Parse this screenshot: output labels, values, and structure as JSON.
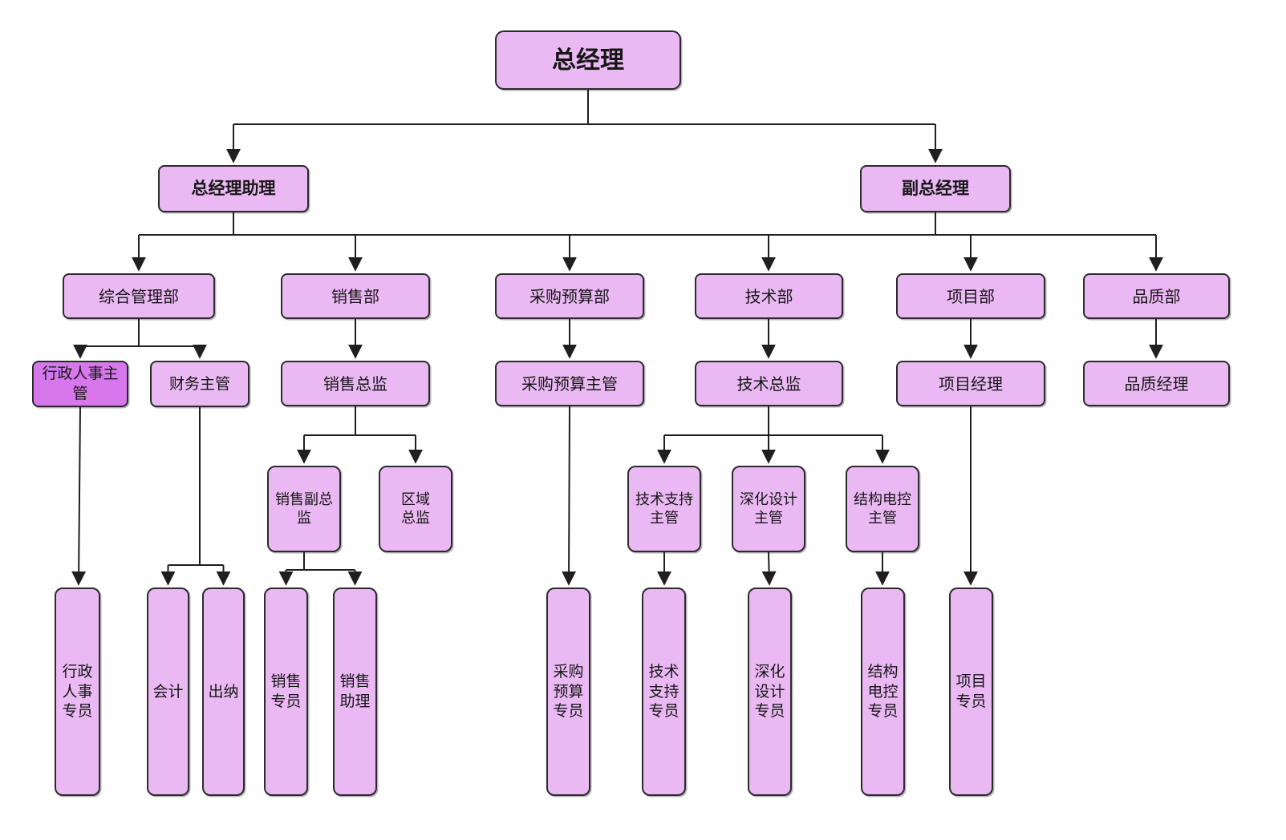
{
  "diagram": {
    "type": "org-chart",
    "colors": {
      "node_fill": "#eab9f3",
      "highlight_fill": "#d678ec",
      "node_border": "#2b2b2b",
      "line_color": "#1f1f1f",
      "text_color": "#161616",
      "background": "#ffffff"
    },
    "nodes": {
      "general-manager": {
        "label": "总经理",
        "level": 1,
        "selected": false
      },
      "gm-assistant": {
        "label": "总经理助理",
        "level": 2,
        "selected": false
      },
      "deputy-gm": {
        "label": "副总经理",
        "level": 2,
        "selected": false
      },
      "dept-general-admin": {
        "label": "综合管理部",
        "level": 3,
        "selected": false
      },
      "dept-sales": {
        "label": "销售部",
        "level": 3,
        "selected": false
      },
      "dept-procurement-budget": {
        "label": "采购预算部",
        "level": 3,
        "selected": false
      },
      "dept-technology": {
        "label": "技术部",
        "level": 3,
        "selected": false
      },
      "dept-project": {
        "label": "项目部",
        "level": 3,
        "selected": false
      },
      "dept-quality": {
        "label": "品质部",
        "level": 3,
        "selected": false
      },
      "admin-hr-supervisor": {
        "label": "行政人事主管",
        "level": 4,
        "selected": true
      },
      "finance-supervisor": {
        "label": "财务主管",
        "level": 4,
        "selected": false
      },
      "sales-director": {
        "label": "销售总监",
        "level": 4,
        "selected": false
      },
      "procurement-budget-supervisor": {
        "label": "采购预算主管",
        "level": 4,
        "selected": false
      },
      "technical-director": {
        "label": "技术总监",
        "level": 4,
        "selected": false
      },
      "project-manager": {
        "label": "项目经理",
        "level": 4,
        "selected": false
      },
      "quality-manager": {
        "label": "品质经理",
        "level": 4,
        "selected": false
      },
      "deputy-sales-director": {
        "label": "销售副总监",
        "level": 5,
        "selected": false
      },
      "regional-director": {
        "label": "区域总监",
        "level": 5,
        "selected": false
      },
      "tech-support-supervisor": {
        "label": "技术支持主管",
        "level": 5,
        "selected": false
      },
      "detailed-design-supervisor": {
        "label": "深化设计主管",
        "level": 5,
        "selected": false
      },
      "structure-electrical-supervisor": {
        "label": "结构电控主管",
        "level": 5,
        "selected": false
      },
      "admin-hr-specialist": {
        "label": "行政人事专员",
        "level": 6,
        "selected": false
      },
      "accountant": {
        "label": "会计",
        "level": 6,
        "selected": false
      },
      "cashier": {
        "label": "出纳",
        "level": 6,
        "selected": false
      },
      "sales-specialist": {
        "label": "销售专员",
        "level": 6,
        "selected": false
      },
      "sales-assistant": {
        "label": "销售助理",
        "level": 6,
        "selected": false
      },
      "procurement-budget-specialist": {
        "label": "采购预算专员",
        "level": 6,
        "selected": false
      },
      "tech-support-specialist": {
        "label": "技术支持专员",
        "level": 6,
        "selected": false
      },
      "detailed-design-specialist": {
        "label": "深化设计专员",
        "level": 6,
        "selected": false
      },
      "structure-electrical-specialist": {
        "label": "结构电控专员",
        "level": 6,
        "selected": false
      },
      "project-specialist": {
        "label": "项目专员",
        "level": 6,
        "selected": false
      }
    },
    "edges": [
      {
        "from": "general-manager",
        "to": "gm-assistant"
      },
      {
        "from": "general-manager",
        "to": "deputy-gm"
      },
      {
        "from": "gm-assistant",
        "to": "management-bus"
      },
      {
        "from": "deputy-gm",
        "to": "management-bus"
      },
      {
        "from": "management-bus",
        "to": "dept-general-admin"
      },
      {
        "from": "management-bus",
        "to": "dept-sales"
      },
      {
        "from": "management-bus",
        "to": "dept-procurement-budget"
      },
      {
        "from": "management-bus",
        "to": "dept-technology"
      },
      {
        "from": "management-bus",
        "to": "dept-project"
      },
      {
        "from": "management-bus",
        "to": "dept-quality"
      },
      {
        "from": "dept-general-admin",
        "to": "admin-hr-supervisor"
      },
      {
        "from": "dept-general-admin",
        "to": "finance-supervisor"
      },
      {
        "from": "dept-sales",
        "to": "sales-director"
      },
      {
        "from": "dept-procurement-budget",
        "to": "procurement-budget-supervisor"
      },
      {
        "from": "dept-technology",
        "to": "technical-director"
      },
      {
        "from": "dept-project",
        "to": "project-manager"
      },
      {
        "from": "dept-quality",
        "to": "quality-manager"
      },
      {
        "from": "admin-hr-supervisor",
        "to": "admin-hr-specialist"
      },
      {
        "from": "finance-supervisor",
        "to": "accountant"
      },
      {
        "from": "finance-supervisor",
        "to": "cashier"
      },
      {
        "from": "sales-director",
        "to": "deputy-sales-director"
      },
      {
        "from": "sales-director",
        "to": "regional-director"
      },
      {
        "from": "deputy-sales-director",
        "to": "sales-specialist"
      },
      {
        "from": "deputy-sales-director",
        "to": "sales-assistant"
      },
      {
        "from": "procurement-budget-supervisor",
        "to": "procurement-budget-specialist"
      },
      {
        "from": "technical-director",
        "to": "tech-support-supervisor"
      },
      {
        "from": "technical-director",
        "to": "detailed-design-supervisor"
      },
      {
        "from": "technical-director",
        "to": "structure-electrical-supervisor"
      },
      {
        "from": "tech-support-supervisor",
        "to": "tech-support-specialist"
      },
      {
        "from": "detailed-design-supervisor",
        "to": "detailed-design-specialist"
      },
      {
        "from": "structure-electrical-supervisor",
        "to": "structure-electrical-specialist"
      },
      {
        "from": "project-manager",
        "to": "project-specialist"
      }
    ]
  }
}
